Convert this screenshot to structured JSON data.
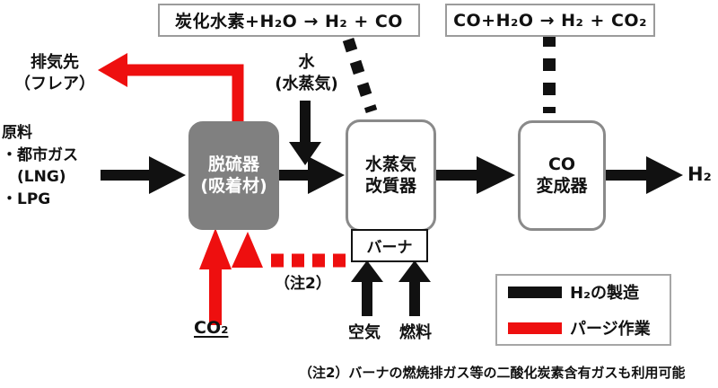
{
  "colors": {
    "ink": "#111111",
    "red": "#ee0f0f",
    "unit-fill": "#808080",
    "unit-border": "#8a8a8a",
    "thin-border": "#9b9b9b",
    "legend-border": "#a6a6a6"
  },
  "reactions": {
    "reforming": "炭化水素+H₂O → H₂ + CO",
    "shift": "CO+H₂O → H₂ + CO₂"
  },
  "process_units": {
    "desulfurizer": "脱硫器\n(吸着材)",
    "reformer": "水蒸気\n改質器",
    "co_converter": "CO\n変成器",
    "burner": "バーナ"
  },
  "labels": {
    "exhaust": "排気先\n（フレア）",
    "feedstock": "原料\n・都市ガス\n　(LNG)\n・LPG",
    "water": "水\n(水蒸気)",
    "h2_output": "H₂",
    "co2_input": "CO₂",
    "note_ref": "（注2）",
    "air": "空気",
    "fuel": "燃料",
    "footnote": "（注2）バーナの燃焼排ガス等の二酸化炭素含有ガスも利用可能"
  },
  "legend": {
    "h2_production": "H₂の製造",
    "purge": "パージ作業"
  }
}
